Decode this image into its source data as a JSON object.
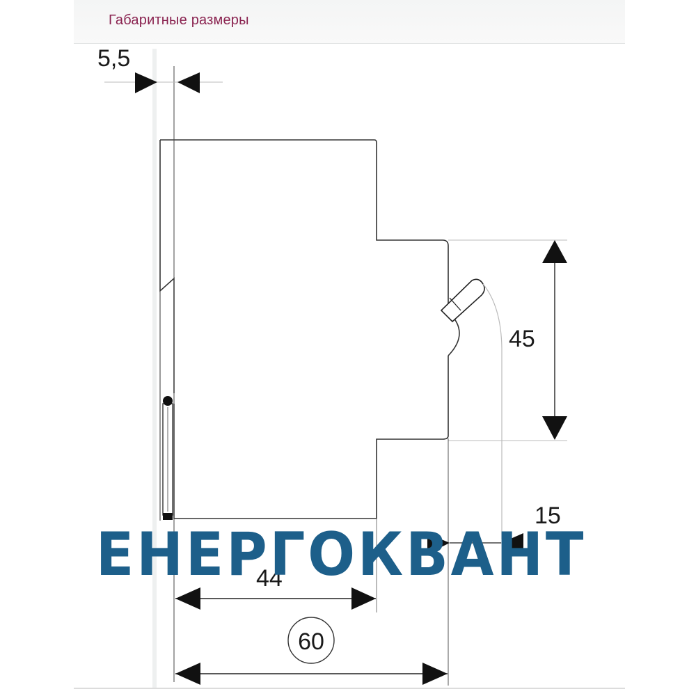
{
  "header": {
    "title": "Габаритные размеры"
  },
  "dimensions": {
    "rail_offset": "5,5",
    "toggle_height": "45",
    "toggle_protrusion": "15",
    "front_width": "44",
    "total_depth": "60"
  },
  "watermark": {
    "text": "ЕНЕРГОКВАНТ"
  },
  "colors": {
    "title": "#8a2350",
    "watermark": "#1d5f8a",
    "line": "#333333"
  }
}
